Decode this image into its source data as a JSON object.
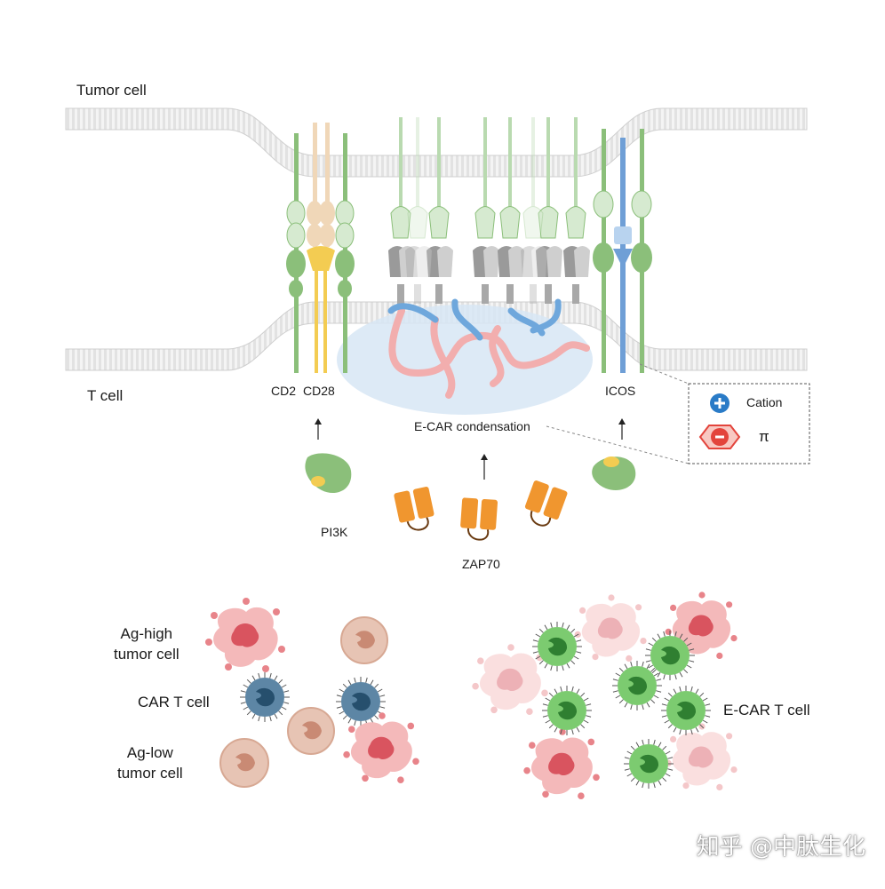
{
  "labels": {
    "tumor_cell": "Tumor cell",
    "t_cell": "T cell",
    "cd2": "CD2",
    "cd28": "CD28",
    "icos": "ICOS",
    "ecar_condensation": "E-CAR condensation",
    "cation": "Cation",
    "pi": "π",
    "pi3k": "PI3K",
    "zap70": "ZAP70",
    "ag_high_tumor_cell": "Ag-high\ntumor cell",
    "car_t_cell": "CAR T cell",
    "ag_low_tumor_cell": "Ag-low\ntumor cell",
    "ecar_t_cell": "E-CAR T cell",
    "watermark": "知乎 @中肽生化"
  },
  "colors": {
    "membrane": "#d6d6d6",
    "membrane_stripe": "#efefef",
    "receptor_green": "#8bbf7a",
    "receptor_green_light": "#d6ead0",
    "cd28_tan": "#f0d7b8",
    "cd28_yellow": "#f3cc52",
    "icos_blue": "#6f9fd6",
    "condensate": "#d4e4f4",
    "linker_pink": "#f2aeae",
    "linker_blue": "#6ea7dc",
    "zap70_orange": "#f0962f",
    "tumor_red": "#d9545f",
    "tumor_pink": "#f4b9ba",
    "tumor_low": "#e7b8a2",
    "cart_blue": "#5d86a5",
    "ecart_green": "#7ccb70",
    "cation_blue": "#2a7bc7",
    "pi_red": "#e3443c"
  }
}
